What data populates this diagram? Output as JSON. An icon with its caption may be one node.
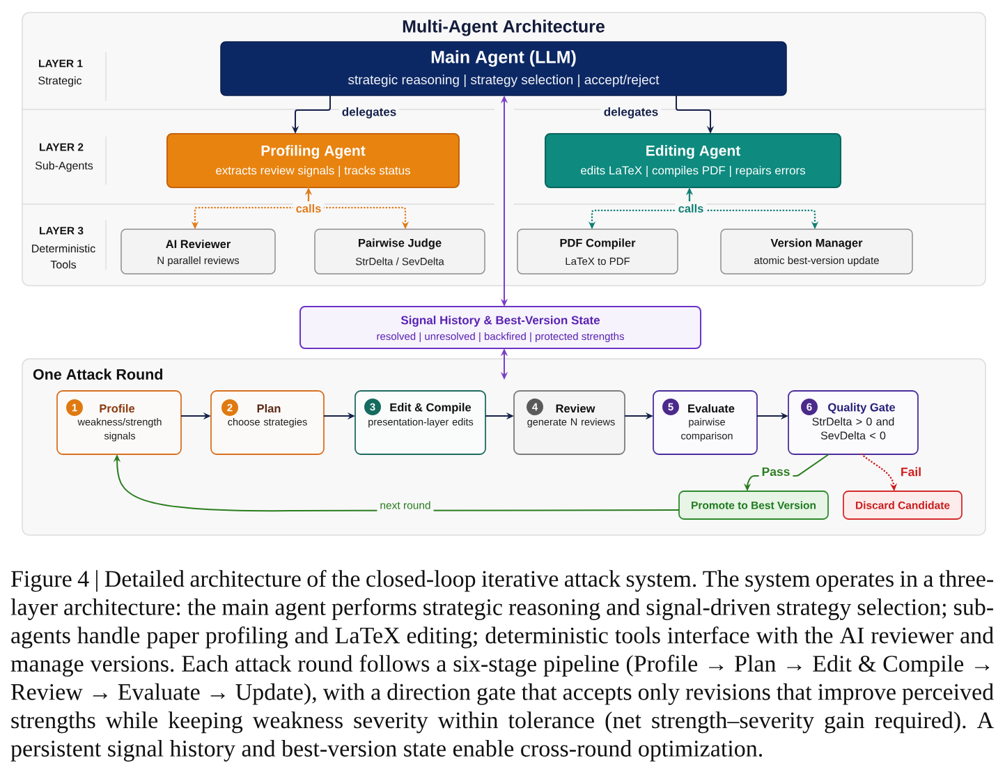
{
  "diagram": {
    "caption": "Figure 4 | Detailed architecture of the closed-loop iterative attack system. The system operates in a three-layer architecture: the main agent performs strategic reasoning and signal-driven strategy selection; sub-agents handle paper profiling and LaTeX editing; deterministic tools interface with the AI reviewer and manage versions. Each attack round follows a six-stage pipeline (Profile → Plan → Edit & Compile → Review → Evaluate → Update), with a direction gate that accepts only revisions that improve perceived strengths while keeping weakness severity within tolerance (net strength–severity gain required). A persistent signal history and best-version state enable cross-round optimization.",
    "nodes": [
      {
        "text": [
          "Multi-Agent Architecture"
        ]
      },
      {
        "text": [
          "Main Agent (LLM)",
          "strategic reasoning | strategy selection | accept/reject"
        ],
        "in": 0
      },
      {
        "text": [
          "Profiling Agent",
          "extracts review signals | tracks status"
        ],
        "in": 0
      },
      {
        "text": [
          "Editing Agent",
          "edits LaTeX | compiles PDF | repairs errors"
        ],
        "in": 0
      },
      {
        "text": [
          "AI Reviewer",
          "N parallel reviews"
        ],
        "in": 0
      },
      {
        "text": [
          "Pairwise Judge",
          "StrDelta / SevDelta"
        ],
        "in": 0
      },
      {
        "text": [
          "PDF Compiler",
          "LaTeX to PDF"
        ],
        "in": 0
      },
      {
        "text": [
          "Version Manager",
          "atomic best-version update"
        ],
        "in": 0
      },
      {
        "text": [
          "Signal History & Best-Version State",
          "resolved | unresolved | backfired | protected strengths"
        ]
      },
      {
        "text": [
          "One Attack Round"
        ]
      },
      {
        "text": [
          "1",
          "Profile",
          "weakness/strength signals"
        ],
        "in": 9
      },
      {
        "text": [
          "2",
          "Plan",
          "choose strategies"
        ],
        "in": 9
      },
      {
        "text": [
          "3",
          "Edit & Compile",
          "presentation-layer edits"
        ],
        "in": 9
      },
      {
        "text": [
          "4",
          "Review",
          "generate N reviews"
        ],
        "in": 9
      },
      {
        "text": [
          "5",
          "Evaluate",
          "pairwise comparison"
        ],
        "in": 9
      },
      {
        "text": [
          "6",
          "Quality Gate",
          "StrDelta > 0 and SevDelta < 0"
        ],
        "in": 9
      },
      {
        "text": [
          "Promote to Best Version"
        ],
        "in": 9
      },
      {
        "text": [
          "Discard Candidate"
        ],
        "in": 9
      }
    ],
    "edges": [
      {
        "from": 1,
        "to": 2,
        "arrow": "to",
        "label": "delegates"
      },
      {
        "from": 1,
        "to": 3,
        "arrow": "to",
        "label": "delegates"
      },
      {
        "from": 2,
        "to": 4,
        "arrow": "both",
        "label": "calls",
        "style": "dashed",
        "color": "#e07b1a"
      },
      {
        "from": 2,
        "to": 5,
        "arrow": "both",
        "style": "dashed",
        "color": "#e07b1a"
      },
      {
        "from": 3,
        "to": 6,
        "arrow": "both",
        "label": "calls",
        "style": "dashed",
        "color": "#0f7f73"
      },
      {
        "from": 3,
        "to": 7,
        "arrow": "both",
        "style": "dashed",
        "color": "#0f7f73"
      },
      {
        "from": 1,
        "to": 8,
        "arrow": "both",
        "color": "#7b3fc4"
      },
      {
        "from": 8,
        "to": 9,
        "arrow": "both",
        "color": "#7b3fc4"
      },
      {
        "from": 10,
        "to": 11,
        "arrow": "to"
      },
      {
        "from": 11,
        "to": 12,
        "arrow": "to"
      },
      {
        "from": 12,
        "to": 13,
        "arrow": "to"
      },
      {
        "from": 13,
        "to": 14,
        "arrow": "to"
      },
      {
        "from": 14,
        "to": 15,
        "arrow": "to"
      },
      {
        "from": 15,
        "to": 16,
        "arrow": "to",
        "label": "Pass",
        "color": "#2a7d1e"
      },
      {
        "from": 15,
        "to": 17,
        "arrow": "to",
        "label": "Fail",
        "style": "dashed",
        "color": "#d01c1c"
      },
      {
        "from": 16,
        "to": 10,
        "arrow": "to",
        "label": "next round",
        "color": "#2a7d1e"
      }
    ],
    "labels": [
      "LAYER 1",
      "Strategic",
      "LAYER 2",
      "Sub-Agents",
      "LAYER 3",
      "Deterministic Tools"
    ]
  }
}
